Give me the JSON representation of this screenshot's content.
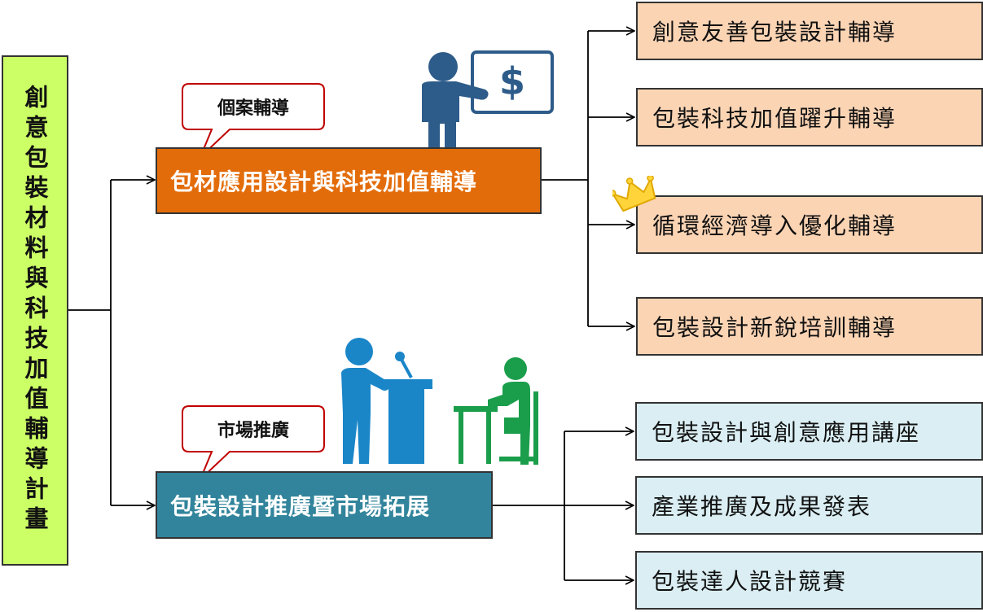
{
  "root": {
    "label": "創意包裝材料與科技加值輔導計畫"
  },
  "branches": [
    {
      "label": "包材應用設計與科技加值輔導",
      "tag": "個案輔導",
      "color": "#e36c0a",
      "items": [
        "創意友善包裝設計輔導",
        "包裝科技加值躍升輔導",
        "循環經濟導入優化輔導",
        "包裝設計新銳培訓輔導"
      ]
    },
    {
      "label": "包裝設計推廣暨市場拓展",
      "tag": "市場推廣",
      "color": "#31849b",
      "items": [
        "包裝設計與創意應用講座",
        "產業推廣及成果發表",
        "包裝達人設計競賽"
      ]
    }
  ],
  "icons": [
    "presenter-board-icon",
    "crown-icon",
    "speaker-podium-icon",
    "student-desk-icon"
  ],
  "colors": {
    "root_fill": "#ccff66",
    "orange_leaf": "#fbd4b4",
    "blue_leaf": "#daeef3",
    "icon_blue": "#2e5c8a"
  }
}
